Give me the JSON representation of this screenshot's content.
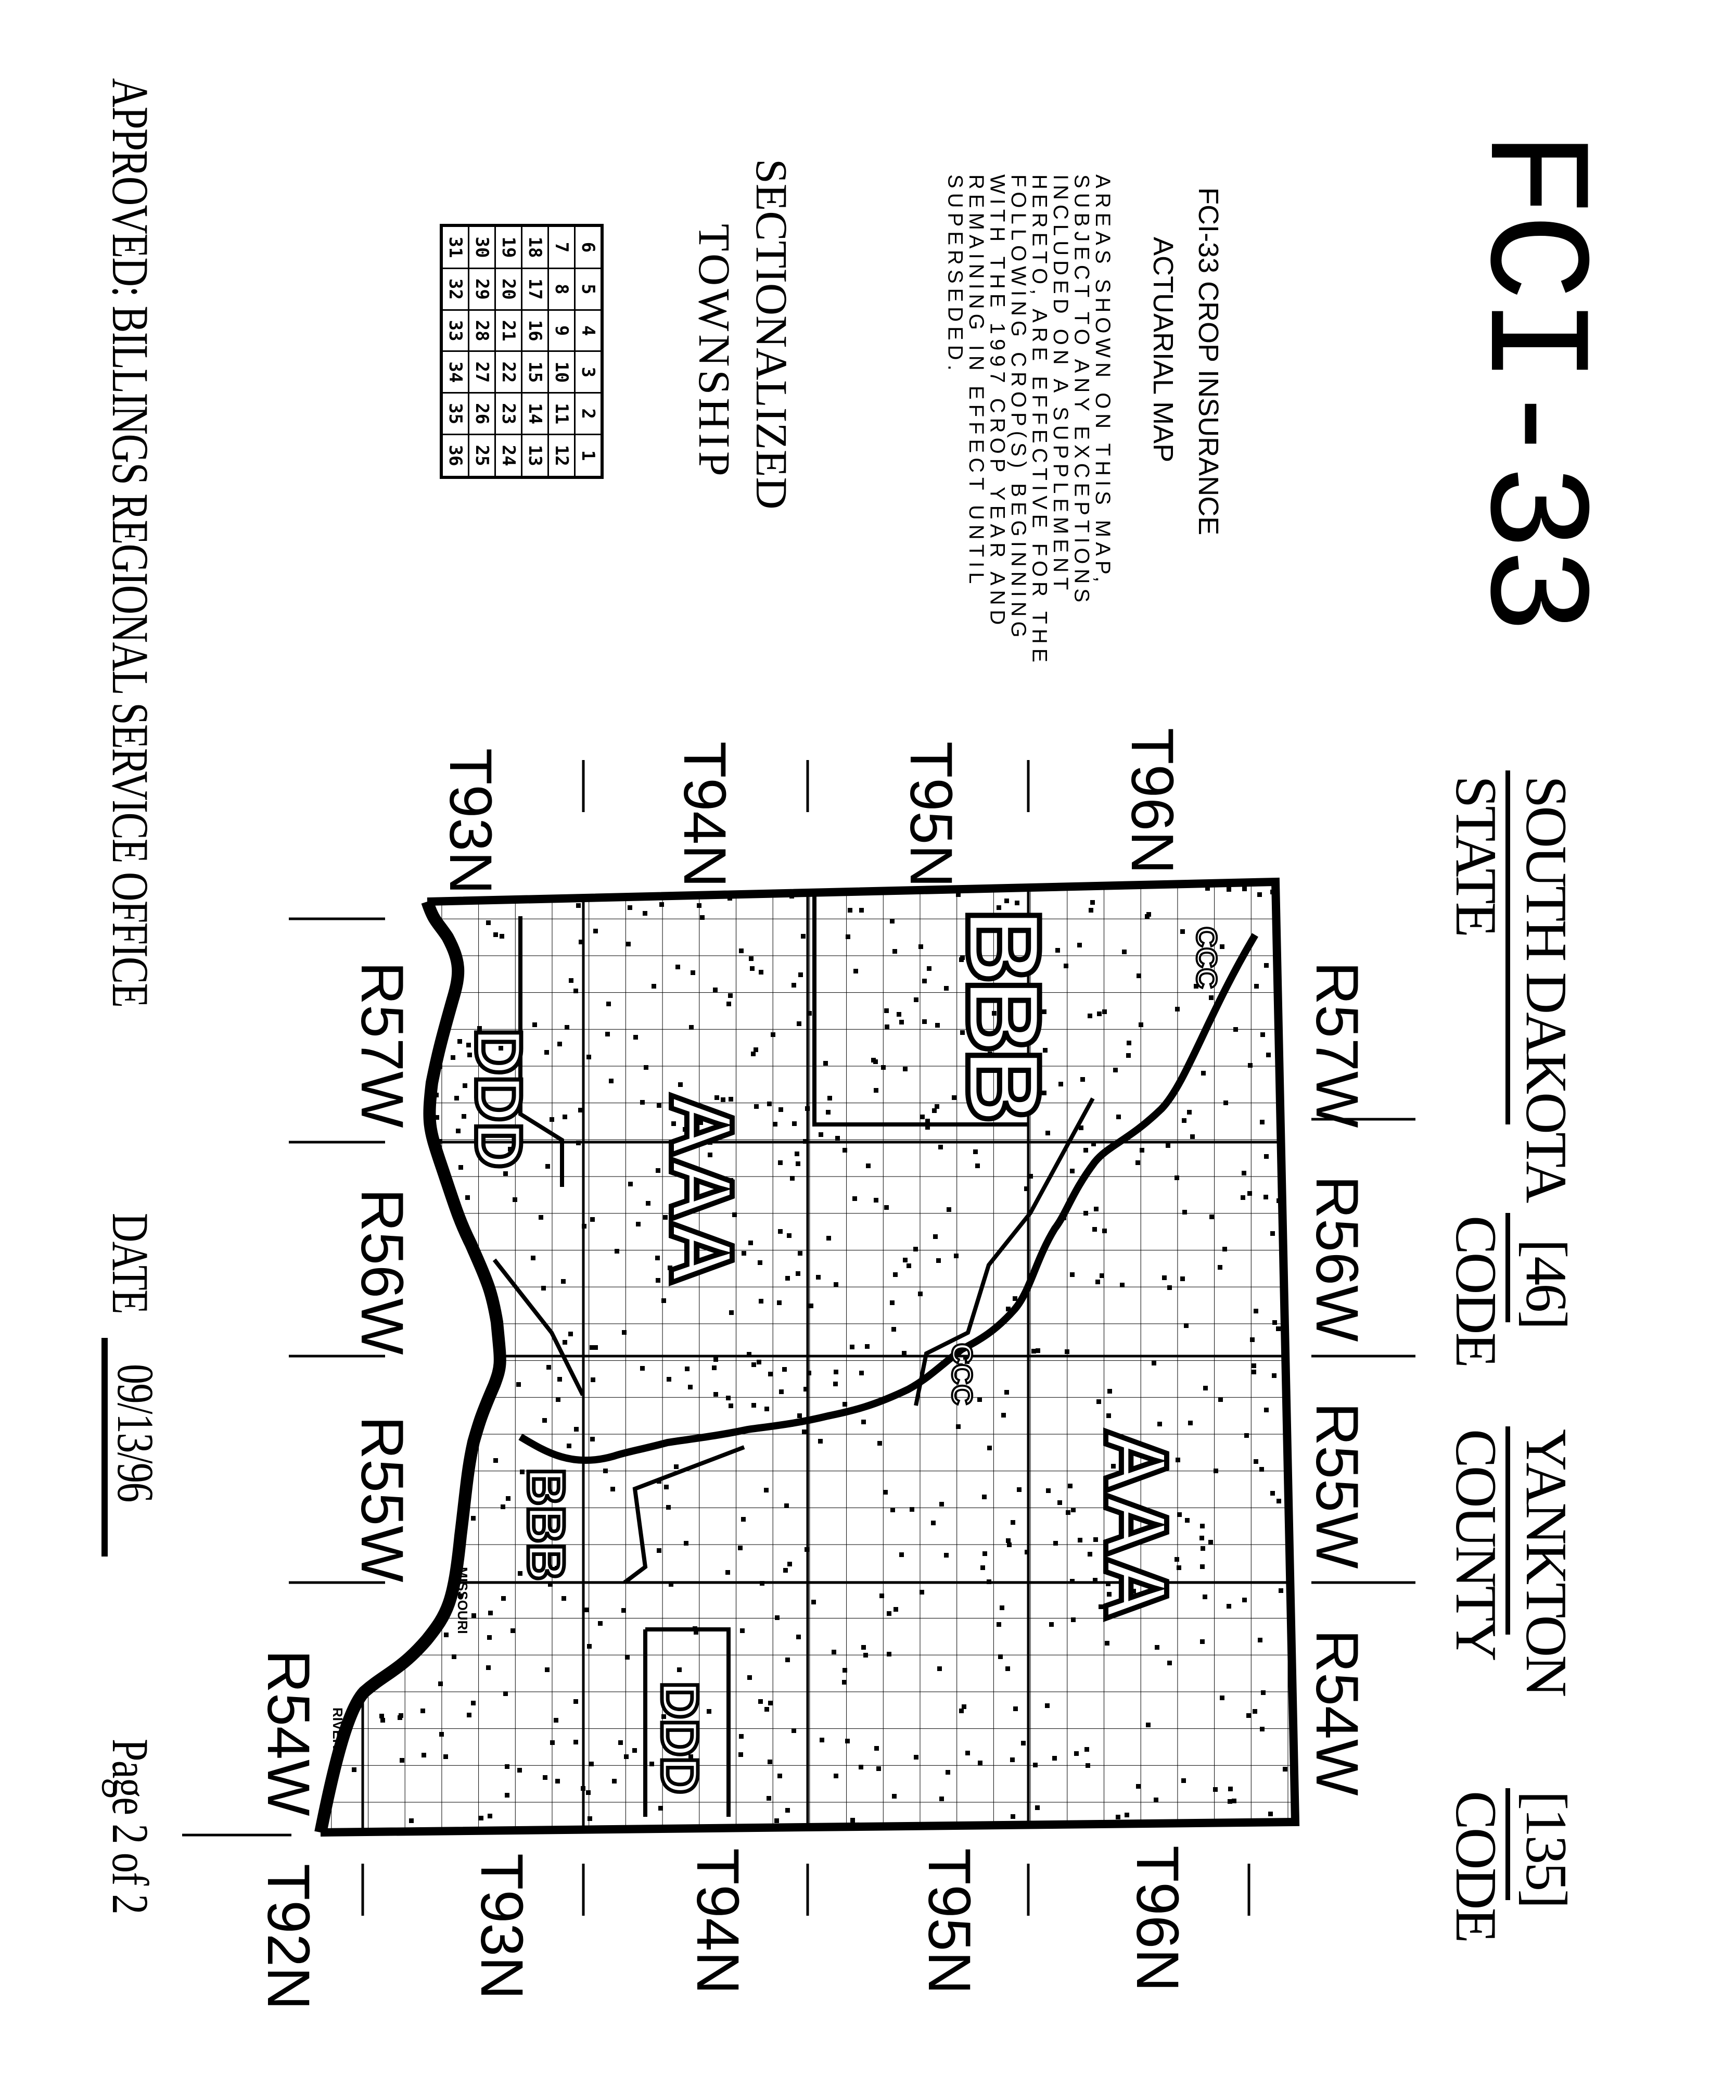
{
  "header": {
    "form_id": "FCI-33",
    "state_name": "SOUTH DAKOTA",
    "state_label": "STATE",
    "state_code": "[46]",
    "state_code_label": "CODE",
    "county_name": "YANKTON",
    "county_label": "COUNTY",
    "county_code": "[135]",
    "county_code_label": "CODE"
  },
  "notes": {
    "title": "FCI-33 CROP INSURANCE",
    "subtitle": "ACTUARIAL MAP",
    "lines": [
      "AREAS SHOWN ON THIS MAP,",
      "SUBJECT TO ANY EXCEPTIONS",
      "INCLUDED ON A SUPPLEMENT",
      "HERETO, ARE EFFECTIVE FOR THE",
      "FOLLOWING CROP(S) BEGINNING",
      "WITH THE 1997 CROP YEAR AND",
      "REMAINING IN EFFECT UNTIL",
      "SUPERSEDED."
    ]
  },
  "township_legend": {
    "title_line1": "SECTIONALIZED",
    "title_line2": "TOWNSHIP",
    "rows": [
      [
        "6",
        "5",
        "4",
        "3",
        "2",
        "1"
      ],
      [
        "7",
        "8",
        "9",
        "10",
        "11",
        "12"
      ],
      [
        "18",
        "17",
        "16",
        "15",
        "14",
        "13"
      ],
      [
        "19",
        "20",
        "21",
        "22",
        "23",
        "24"
      ],
      [
        "30",
        "29",
        "28",
        "27",
        "26",
        "25"
      ],
      [
        "31",
        "32",
        "33",
        "34",
        "35",
        "36"
      ]
    ]
  },
  "map": {
    "townships_left": [
      "T96N",
      "T95N",
      "T94N",
      "T93N"
    ],
    "townships_right": [
      "T96N",
      "T95N",
      "T94N",
      "T93N",
      "T92N"
    ],
    "ranges_top": [
      "R57W",
      "R56W",
      "R55W",
      "R54W"
    ],
    "ranges_bottom": [
      "R57W",
      "R56W",
      "R55W",
      "R54W"
    ],
    "zones": [
      "BBB",
      "AAA",
      "AAA",
      "DDD",
      "BBB",
      "DDD",
      "CCC",
      "CCC"
    ],
    "features": [
      "MISSOURI",
      "RIVER"
    ]
  },
  "footer": {
    "approved": "APPROVED: BILLINGS REGIONAL SERVICE OFFICE",
    "date_label": "DATE",
    "date_value": "09/13/96",
    "page": "Page 2 of 2"
  }
}
